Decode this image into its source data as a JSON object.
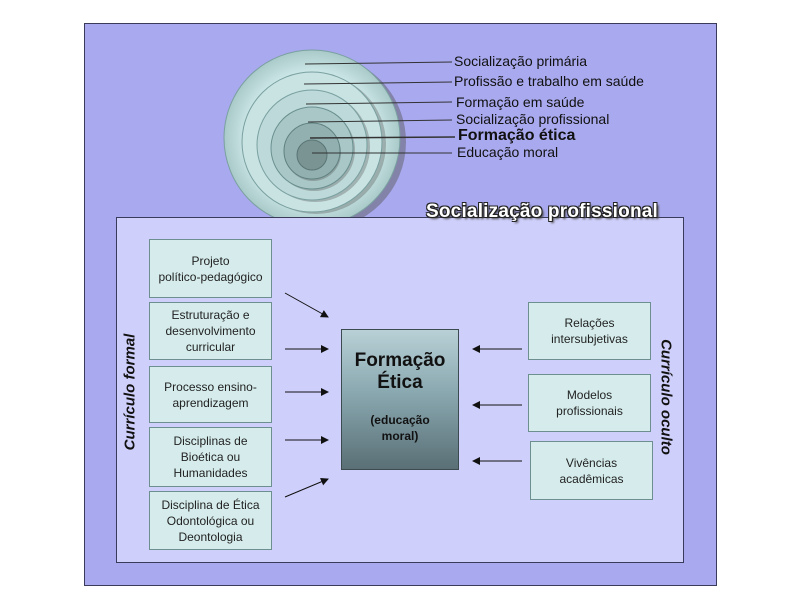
{
  "rings": {
    "labels": [
      "Socialização primária",
      "Profissão e trabalho em saúde",
      "Formação em saúde",
      "Socialização profissional",
      "Formação ética",
      "Educação moral"
    ],
    "bold_index": 4
  },
  "inner_title": "Socialização profissional",
  "left_vertical_label": "Currículo formal",
  "right_vertical_label": "Currículo oculto",
  "left_boxes": [
    "Projeto\npolítico-pedagógico",
    "Estruturação e\ndesenvolvimento\ncurricular",
    "Processo ensino-\naprendizagem",
    "Disciplinas de\nBioética ou\nHumanidades",
    "Disciplina de Ética\nOdontológica ou\nDeontologia"
  ],
  "right_boxes": [
    "Relações\nintersubjetivas",
    "Modelos\nprofissionais",
    "Vivências\nacadêmicas"
  ],
  "center": {
    "title": "Formação\nÉtica",
    "subtitle": "(educação\nmoral)"
  },
  "colors": {
    "outer_bg": "#a9a9ef",
    "inner_bg": "#cfcffb",
    "box_bg": "#d6ecec",
    "ring_fill": "#cfe9e9"
  }
}
